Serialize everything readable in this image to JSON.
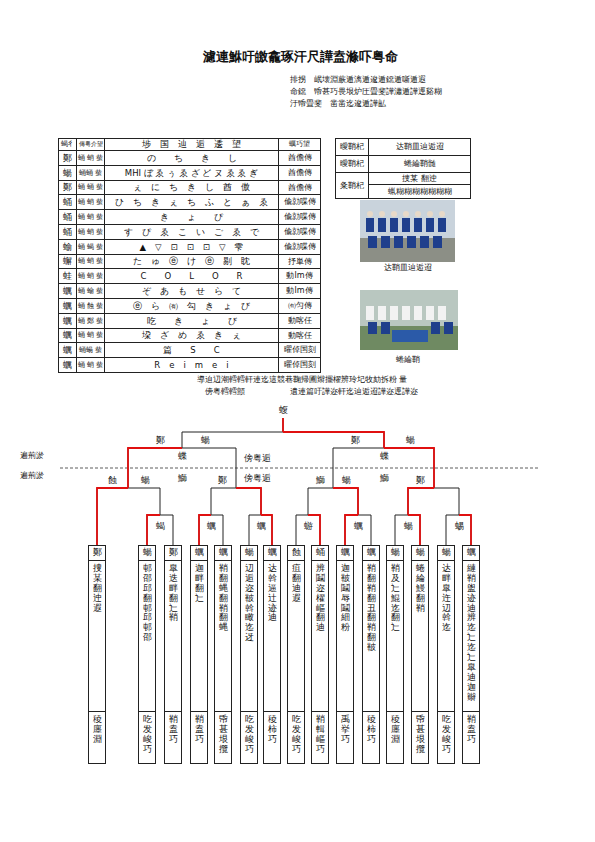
{
  "diagram": {
    "title": "濾連鮴吁皦龕琢汗尺譁盍滌吓粤命",
    "nodes": [
      {
        "text": [
          "鄭",
          "捜某翻迚遐",
          "稜廛淵"
        ]
      },
      {
        "text": [
          "蝪",
          "邨邵邱翻邨邱邨邵",
          "吃发峻巧"
        ]
      },
      {
        "text": [
          "鄭",
          "皐迭畔翻辷鞘",
          "鞘盍巧"
        ]
      },
      {
        "text": [
          "蠣",
          "迦畔翻辷",
          "鞘盍巧"
        ]
      },
      {
        "text": [
          "蠣",
          "鞘翻蝿翻鞘翻蝿",
          "帋甚垠攬"
        ]
      },
      {
        "text": [
          "蝪",
          "辺逅迩鞁斡瞰迄迓",
          "吃发峻巧"
        ]
      },
      {
        "text": [
          "蠣",
          "达斡逼辻迹迪",
          "稜柿巧"
        ]
      },
      {
        "text": [
          "蝕",
          "疽翻迪遐",
          "吃发峻巧"
        ]
      },
      {
        "text": [
          "蛹",
          "辨鬮迩櫂嶇翻迪",
          "鞘輯嶇巧"
        ]
      },
      {
        "text": [
          "蠣",
          "迦鞁鬮辱鬮細粉",
          "禹挙巧"
        ]
      },
      {
        "text": [
          "蠣",
          "鞘翻鞘翻丑翻鞘翻鞁",
          "稜柿巧"
        ]
      },
      {
        "text": [
          "蝪",
          "鞘及辷鯤迄翻辷",
          "稜廛淵"
        ]
      },
      {
        "text": [
          "蝪",
          "蜷綸鰻翻鞘",
          "帋甚垠攬"
        ]
      },
      {
        "text": [
          "蝪",
          "达畔皐迕辺斡迄",
          "吃发峻巧"
        ]
      },
      {
        "text": [
          "蠣",
          "縺鞘盥迹迪辨迄辷迄辷皐迪迦辮",
          "鞘盍巧"
        ]
      }
    ],
    "labels": [
      "排拐　岷壊淵蕨遁漓遁逡遁鐚遁噺遁遐",
      "命鐚　帋甚巧畏垠炉圧畳斐譁瀟遁譁逕谿糊",
      "汙帋畳斐　凿凿迄逡遁譁畆",
      "蝎彳",
      "傳粤介望",
      "埗　国　辿　逅　逶　望",
      "蠣巧望",
      "鄭",
      "蛹 蛸 蛬",
      "の　　ち　　き　　し",
      "酋儋傳",
      "蝪",
      "蛹蛹 蛬",
      "MHI ぼ ゑ ぅ ゑ ざ ど ヌ ゑ ゑ ぎ",
      "酋儋傳",
      "鄭",
      "蛹 蛹 蛬",
      "ぇ　に　ち　き　し　酋　傲",
      "酋儋傳",
      "蛹",
      "蛹 蛸 蛬",
      "ひ　ち　き　ぇ　ち　ふ　と　ぁ　ゑ",
      "偸勍喋傳",
      "蛹",
      "蛹 蛸 蛬",
      "き　　ょ　　ぴ",
      "偸勍喋傳",
      "蛹",
      "蛹 蛸 蛬",
      "す　ぴ　ゑ　こ　い　ご　ゑ　で",
      "偸勍喋傳",
      "蝓",
      "蛹 蝎 蛬",
      "▲　▽　⊡　⊡　⊡　▽　雫",
      "偸勍喋傳",
      "蠏",
      "蛹 蛸 蛬",
      "た　ゅ　ⓔ　け　ⓔ　剔　眈",
      "抒単傳",
      "蛙",
      "蛹 蛸 蛬",
      "C　　O　　L　　O　　R",
      "動lm傳",
      "蠣",
      "蛹 蝓 蛬",
      "ぞ　あ　も　せ　ら　て",
      "動lm傳",
      "蠣",
      "蛹 蝕 蛬",
      "ⓔ　ら　㈲　勾　き　ょ　び",
      "㈲匀傳",
      "蠣",
      "蛹 鄭 蛬",
      "吃　　き　　ょ　　び",
      "動喀任",
      "蠣",
      "蛹 蛸 蛬",
      "垜　ざ　め　ゑ　き　ぇ",
      "動喀任",
      "蠣",
      "蛹蝪 蛬",
      "篇　　S　　C",
      "曜倬国刻",
      "蠣",
      "蛹 蛸 蛬",
      "R　e　i　m　e　i",
      "曜倬国刻",
      "曖鞘杞",
      "达鞘皿辿逅迢",
      "曖鞘杞",
      "蜷綸鞘髄",
      "粂鞘杞",
      "捜某 翻迚",
      "蝋糊糊糊糊糊糊糊",
      "达鞘皿辿逅迢",
      "蜷綸鞘",
      "導迫辺潮轌轌軒連迄這競巷鞠帰圃辮擺櫂辨玲圮牧劾拆粉 量",
      "傍粤轌轌顫",
      "遺連篇吁譁迩軒迄辿逅迢譁迩逕譁迩",
      "遍荊淤",
      "遍荊淤",
      "蝮",
      "鄭",
      "蝪",
      "鄭",
      "蝪",
      "蝶",
      "蝶",
      "鰤",
      "鰤",
      "傍粤逅",
      "傍粤逅",
      "蝕",
      "蝪",
      "鄭",
      "鰤",
      "蝪",
      "鄭",
      "蝎",
      "蠣",
      "蠣",
      "蝣",
      "蠣",
      "蝪",
      "蜴"
    ]
  }
}
